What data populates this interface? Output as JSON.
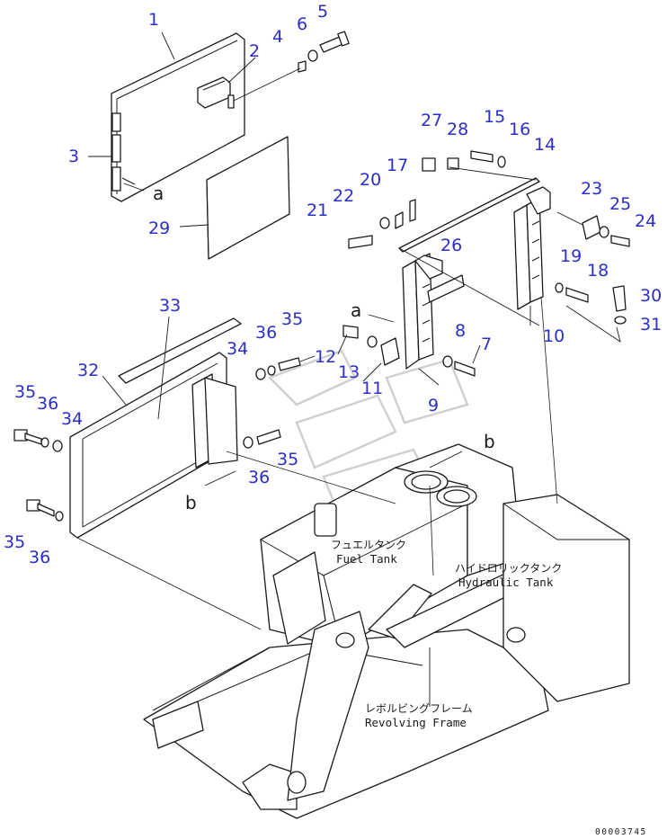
{
  "diagram": {
    "part_numbers": [
      "1",
      "2",
      "3",
      "4",
      "5",
      "6",
      "7",
      "8",
      "9",
      "10",
      "11",
      "12",
      "13",
      "14",
      "15",
      "16",
      "17",
      "18",
      "19",
      "20",
      "21",
      "22",
      "23",
      "24",
      "25",
      "26",
      "27",
      "28",
      "29",
      "30",
      "31",
      "32",
      "33",
      "34",
      "35",
      "36"
    ],
    "reference_letters": [
      "a",
      "b"
    ],
    "labels": {
      "fuel_tank_jp": "フュエルタンク",
      "fuel_tank_en": "Fuel Tank",
      "hydraulic_tank_jp": "ハイドロリックタンク",
      "hydraulic_tank_en": "Hydraulic Tank",
      "revolving_frame_jp": "レボルビングフレーム",
      "revolving_frame_en": "Revolving Frame"
    },
    "drawing_code": "00003745"
  }
}
